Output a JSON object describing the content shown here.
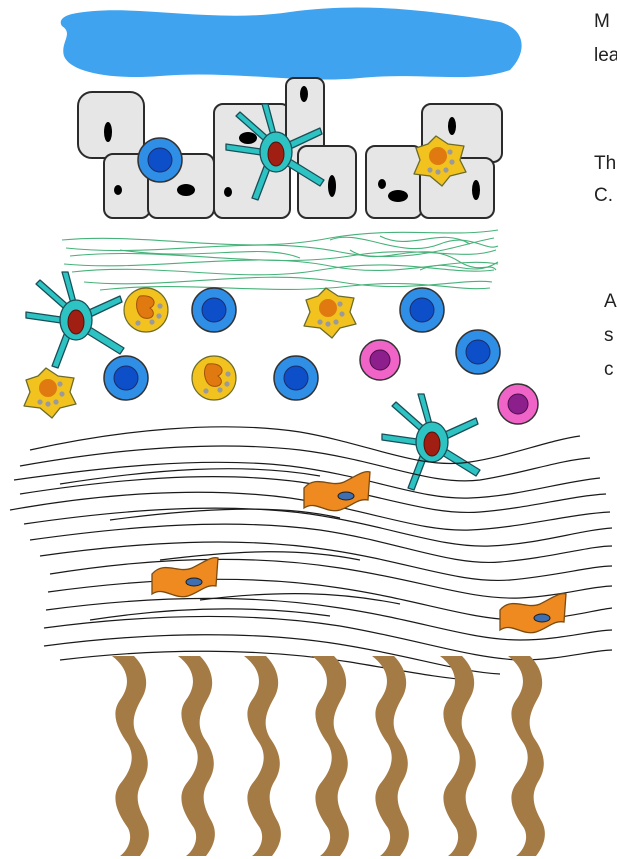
{
  "text_fragments": [
    "M",
    "lea",
    "Th",
    "C.",
    "A",
    "s",
    "c"
  ],
  "colors": {
    "mucus": "#3fa3ef",
    "epithelial_cell": "#e6e6e6",
    "nucleus": "#000000",
    "lymphocyte_outer": "#2f8fe6",
    "lymphocyte_inner": "#0d4fc9",
    "dendritic_cell": "#2dc3c3",
    "dendritic_nucleus": "#a11e12",
    "granulocyte": "#f2c21f",
    "granulocyte_nucleus": "#e07a10",
    "granules": "#9a9a9a",
    "plasma_cell_outer": "#f064c8",
    "plasma_cell_inner": "#8d1f8d",
    "collagen": "#47b27a",
    "connective_fibers": "#1a1a1a",
    "fibroblast": "#ee8a1f",
    "muscle": "#a47a45"
  },
  "icons": {
    "lymphocyte": "lymphocyte-icon",
    "plasma_cell": "plasma-cell-icon",
    "granulocyte": "granulocyte-icon",
    "dendritic_cell": "dendritic-cell-icon",
    "fibroblast": "fibroblast-icon",
    "epithelial_cell": "epithelial-cell-icon"
  }
}
